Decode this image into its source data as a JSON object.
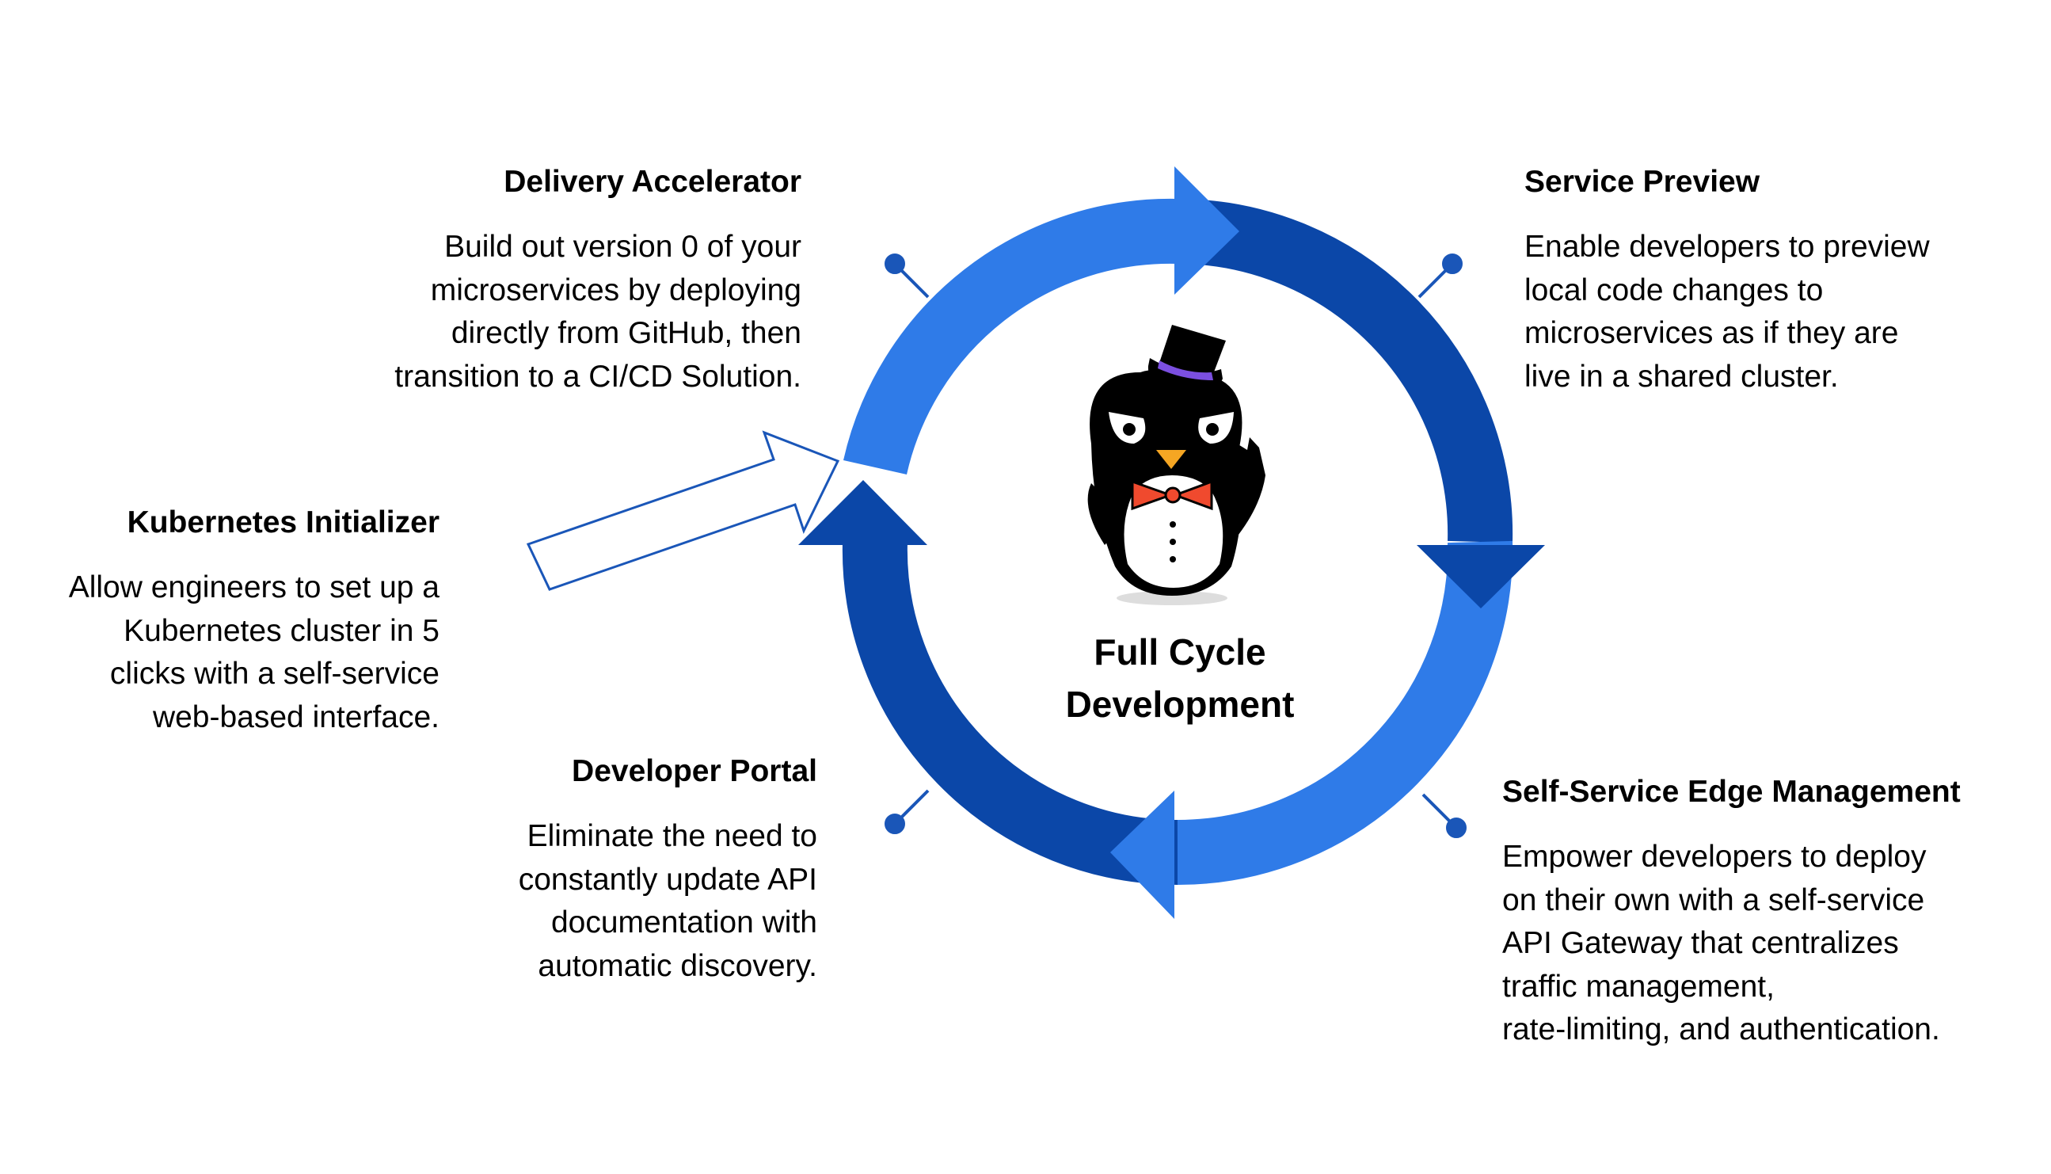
{
  "center": {
    "line1": "Full Cycle",
    "line2": "Development"
  },
  "features": {
    "delivery_accelerator": {
      "title": "Delivery Accelerator",
      "lines": [
        "Build out version 0 of your",
        "microservices by deploying",
        "directly from GitHub, then",
        "transition to a CI/CD Solution."
      ]
    },
    "service_preview": {
      "title": "Service Preview",
      "lines": [
        "Enable developers to preview",
        "local code changes to",
        "microservices as if they are",
        "live in a shared cluster."
      ]
    },
    "kubernetes_initializer": {
      "title": "Kubernetes Initializer",
      "lines": [
        "Allow engineers to set up a",
        "Kubernetes cluster in 5",
        "clicks with a self-service",
        "web-based interface."
      ]
    },
    "developer_portal": {
      "title": "Developer Portal",
      "lines": [
        "Eliminate the need to",
        "constantly update API",
        "documentation with",
        "automatic discovery."
      ]
    },
    "edge_management": {
      "title": "Self-Service Edge Management",
      "lines": [
        "Empower developers to deploy",
        "on their own with a self-service",
        "API Gateway that centralizes",
        "traffic management,",
        "rate-limiting, and authentication."
      ]
    }
  },
  "colors": {
    "light_blue": "#2f7be8",
    "dark_blue": "#0b47a8",
    "bow_tie": "#f04a2e",
    "hat_band": "#7b4fe0",
    "beak": "#f5a623"
  },
  "icons": {
    "mascot": "penguin-with-top-hat-icon"
  }
}
